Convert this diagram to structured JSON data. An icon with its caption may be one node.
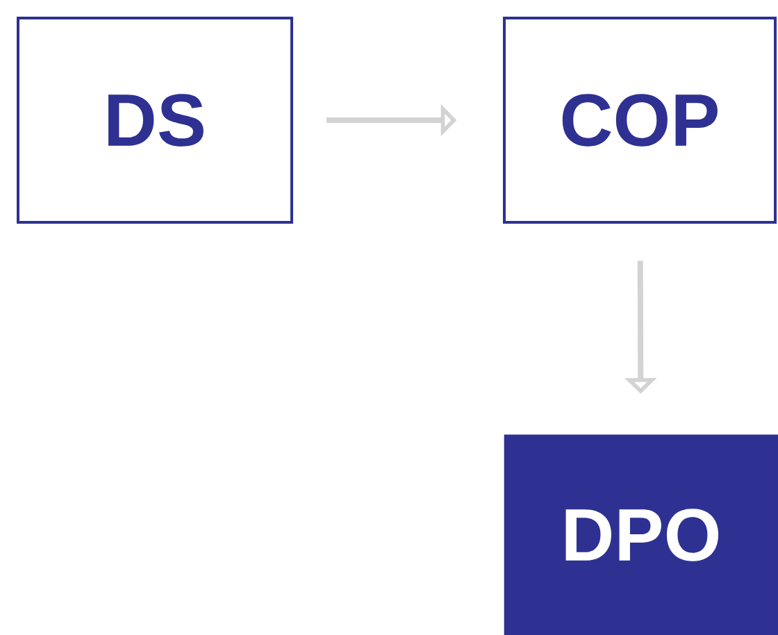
{
  "diagram": {
    "nodes": [
      {
        "text": [
          "DS"
        ]
      },
      {
        "text": [
          "COP"
        ]
      },
      {
        "text": [
          "DPO"
        ]
      }
    ],
    "edges": [
      {
        "from": 0,
        "to": 1,
        "arrow": "to"
      },
      {
        "from": 1,
        "to": 2,
        "arrow": "to"
      }
    ]
  }
}
